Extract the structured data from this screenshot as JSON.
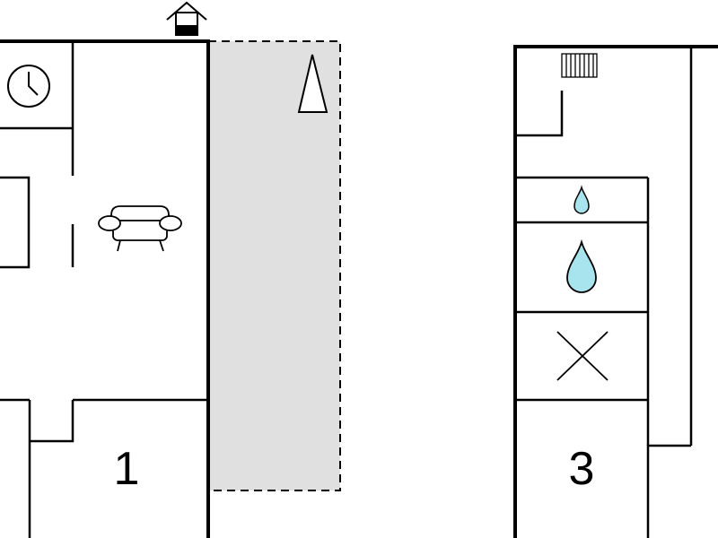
{
  "floorplan": {
    "rooms": [
      {
        "id": "left-lower-room",
        "label": "1"
      },
      {
        "id": "right-lower-room",
        "label": "3"
      }
    ],
    "symbols": [
      "entrance-house-icon",
      "north-arrow-icon",
      "clock-icon",
      "sofa-icon",
      "radiator-icon",
      "water-drop-small-icon",
      "water-drop-large-icon",
      "cross-icon"
    ],
    "colors": {
      "wall": "#000000",
      "terrace_fill": "#e0e0e0",
      "water_fill": "#a8e4ee",
      "background": "#ffffff"
    }
  }
}
